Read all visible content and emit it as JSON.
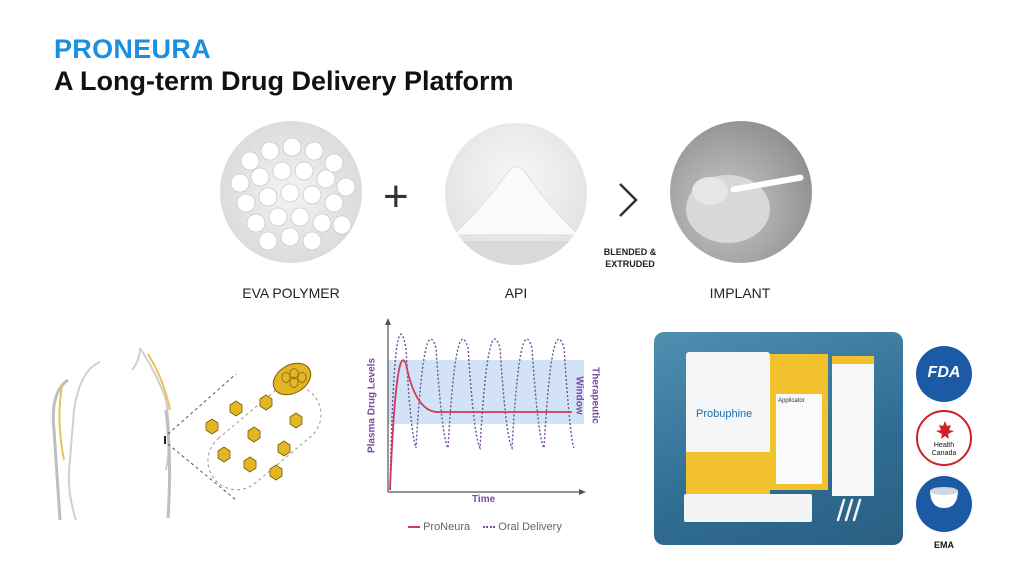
{
  "header": {
    "brand": "PRONEURA",
    "subtitle": "A Long-term Drug Delivery Platform"
  },
  "process": {
    "items": [
      {
        "label": "EVA POLYMER"
      },
      {
        "label": "API"
      },
      {
        "label": "IMPLANT"
      }
    ],
    "plus_symbol": "+",
    "arrow_symbol": "›",
    "step_label_1": "BLENDED &",
    "step_label_2": "EXTRUDED"
  },
  "chart": {
    "ylabel": "Plasma Drug Levels",
    "xlabel": "Time",
    "band_label_1": "Therapeutic",
    "band_label_2": "Window",
    "legend": [
      {
        "name": "ProNeura",
        "color": "#d23a5a"
      },
      {
        "name": "Oral Delivery",
        "color": "#7b4a9e"
      }
    ]
  },
  "product": {
    "brand_text": "Probuphine",
    "box_text": "Applicator"
  },
  "regulators": [
    {
      "name": "FDA",
      "color": "#1c5aa6"
    },
    {
      "name": "Health Canada",
      "color": "#d0202a"
    },
    {
      "name": "EMA",
      "color": "#1c5aa6"
    }
  ],
  "colors": {
    "brand_blue": "#1b8fe0",
    "implant_yellow": "#e2b624",
    "band_blue": "#c7dcf3"
  }
}
